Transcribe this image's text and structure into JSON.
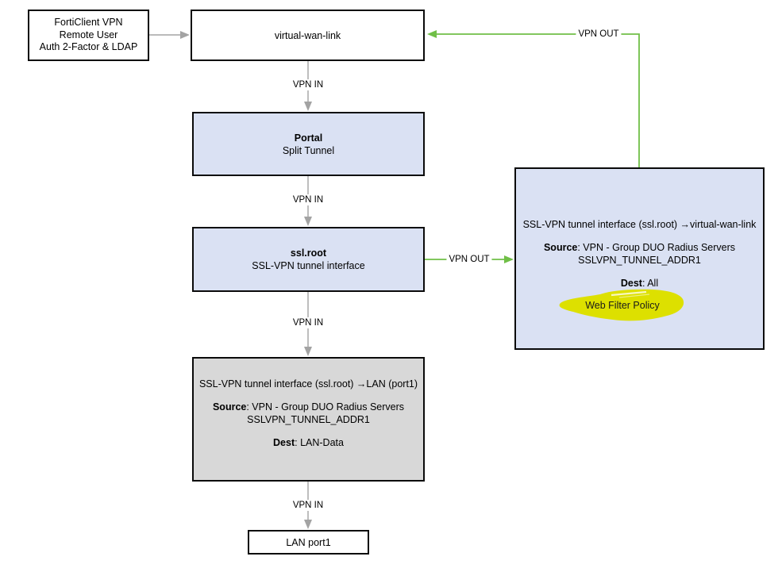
{
  "diagram": {
    "title_semantic": "FortiClient SSL-VPN traffic flow diagram",
    "nodes": {
      "forticlient": {
        "line1": "FortiClient VPN",
        "line2": "Remote User",
        "line3": "Auth 2-Factor & LDAP"
      },
      "virtual_wan_link": {
        "label": "virtual-wan-link"
      },
      "portal": {
        "title": "Portal",
        "subtitle": "Split Tunnel"
      },
      "ssl_root": {
        "title": "ssl.root",
        "subtitle": "SSL-VPN tunnel interface"
      },
      "policy_wan": {
        "title": "SSL-VPN tunnel interface (ssl.root) →virtual-wan-link",
        "source_label": "Source",
        "source_value": ": VPN - Group DUO Radius Servers",
        "source_value2": "SSLVPN_TUNNEL_ADDR1",
        "dest_label": "Dest",
        "dest_value": ": All",
        "highlight": "Web Filter Policy"
      },
      "policy_lan": {
        "title": "SSL-VPN tunnel interface (ssl.root) →LAN (port1)",
        "source_label": "Source",
        "source_value": ": VPN - Group DUO Radius Servers",
        "source_value2": "SSLVPN_TUNNEL_ADDR1",
        "dest_label": "Dest",
        "dest_value": ": LAN-Data"
      },
      "lan_port1": {
        "label": "LAN port1"
      }
    },
    "edge_labels": {
      "vpn_in": "VPN IN",
      "vpn_out": "VPN OUT"
    },
    "colors": {
      "node_blue": "#dae1f3",
      "node_gray": "#d8d8d8",
      "node_white": "#ffffff",
      "edge_gray": "#a3a3a3",
      "edge_green": "#70bf47",
      "highlight_yellow": "#dde000",
      "border_black": "#0a0a0a"
    }
  }
}
